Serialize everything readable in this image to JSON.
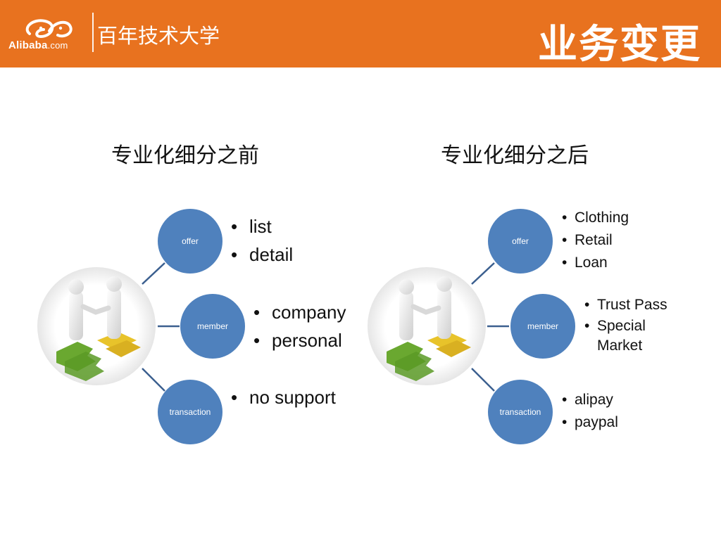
{
  "header": {
    "brand_name": "Alibaba",
    "brand_suffix": ".com",
    "university": "百年技术大学",
    "title": "业务变更",
    "bg_color": "#e8721f"
  },
  "left": {
    "heading": "专业化细分之前",
    "nodes": [
      {
        "label": "offer",
        "items": [
          "list",
          "detail"
        ]
      },
      {
        "label": "member",
        "items": [
          "company",
          "personal"
        ]
      },
      {
        "label": "transaction",
        "items": [
          "no support"
        ]
      }
    ]
  },
  "right": {
    "heading": "专业化细分之后",
    "nodes": [
      {
        "label": "offer",
        "items": [
          "Clothing",
          "Retail",
          "Loan"
        ]
      },
      {
        "label": "member",
        "items": [
          "Trust Pass",
          "Special Market"
        ]
      },
      {
        "label": "transaction",
        "items": [
          "alipay",
          "paypal"
        ]
      }
    ]
  },
  "colors": {
    "bubble": "#4f81bd",
    "connector": "#3b5f8f",
    "puzzle_green": "#6aa830",
    "puzzle_yellow": "#e8c32a"
  },
  "icons": [
    "alibaba-logo-icon",
    "handshake-puzzle-icon"
  ]
}
